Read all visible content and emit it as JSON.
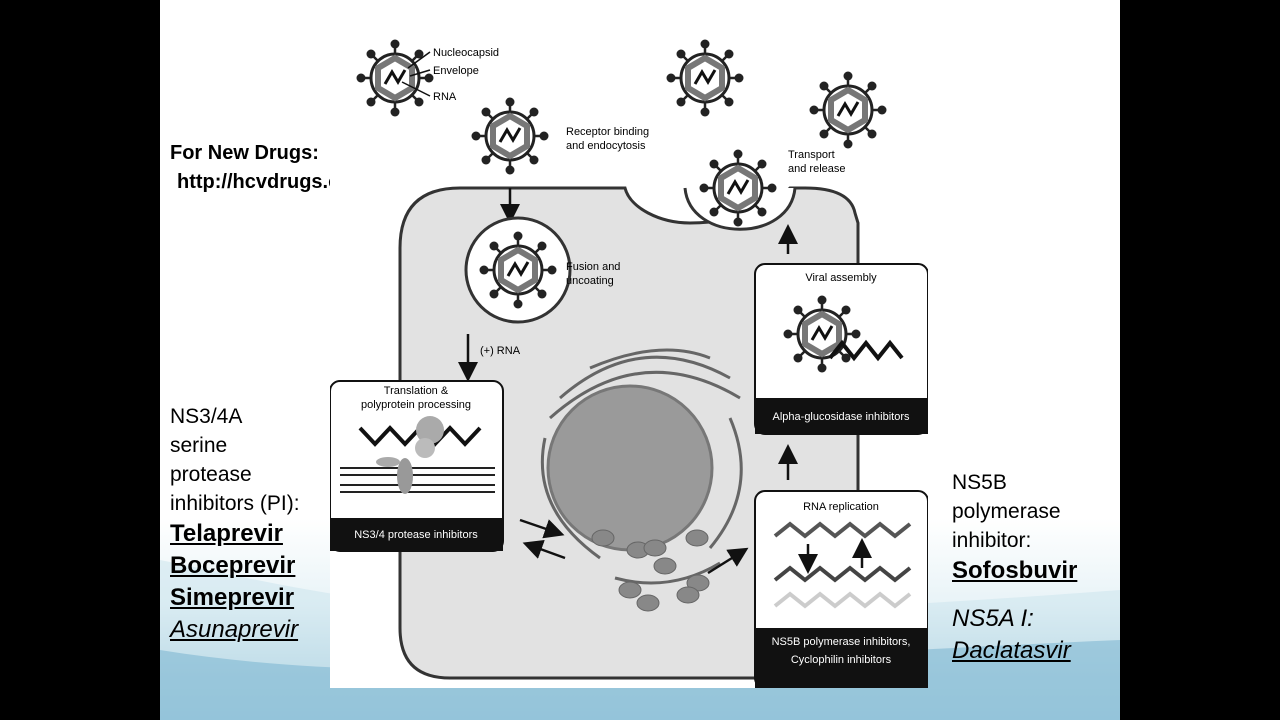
{
  "header": {
    "line1": "For New Drugs:",
    "line2": "http://hcvdrugs.com/"
  },
  "left_panel": {
    "lines": [
      "NS3/4A",
      "serine",
      "protease",
      "inhibitors (PI):"
    ],
    "drugs": [
      "Telaprevir",
      "Boceprevir",
      "Simeprevir"
    ],
    "investigational": "Asunaprevir"
  },
  "right_panel": {
    "lines": [
      "NS5B",
      "polymerase",
      "inhibitor:"
    ],
    "drug": "Sofosbuvir",
    "ns5a_label": "NS5A I:",
    "ns5a_drug": "Daclatasvir"
  },
  "diagram": {
    "legend": [
      "Nucleocapsid",
      "Envelope",
      "RNA"
    ],
    "steps": {
      "receptor": [
        "Receptor binding",
        "and endocytosis"
      ],
      "fusion": [
        "Fusion and",
        "uncoating"
      ],
      "transport": [
        "Transport",
        "and release"
      ],
      "rna": "(+) RNA"
    },
    "boxes": {
      "translation_title": [
        "Translation &",
        "polyprotein processing"
      ],
      "translation_footer": "NS3/4 protease inhibitors",
      "assembly_title": "Viral assembly",
      "assembly_footer": "Alpha-glucosidase inhibitors",
      "replication_title": "RNA replication",
      "replication_footer": [
        "NS5B polymerase inhibitors,",
        "Cyclophilin inhibitors"
      ]
    }
  }
}
